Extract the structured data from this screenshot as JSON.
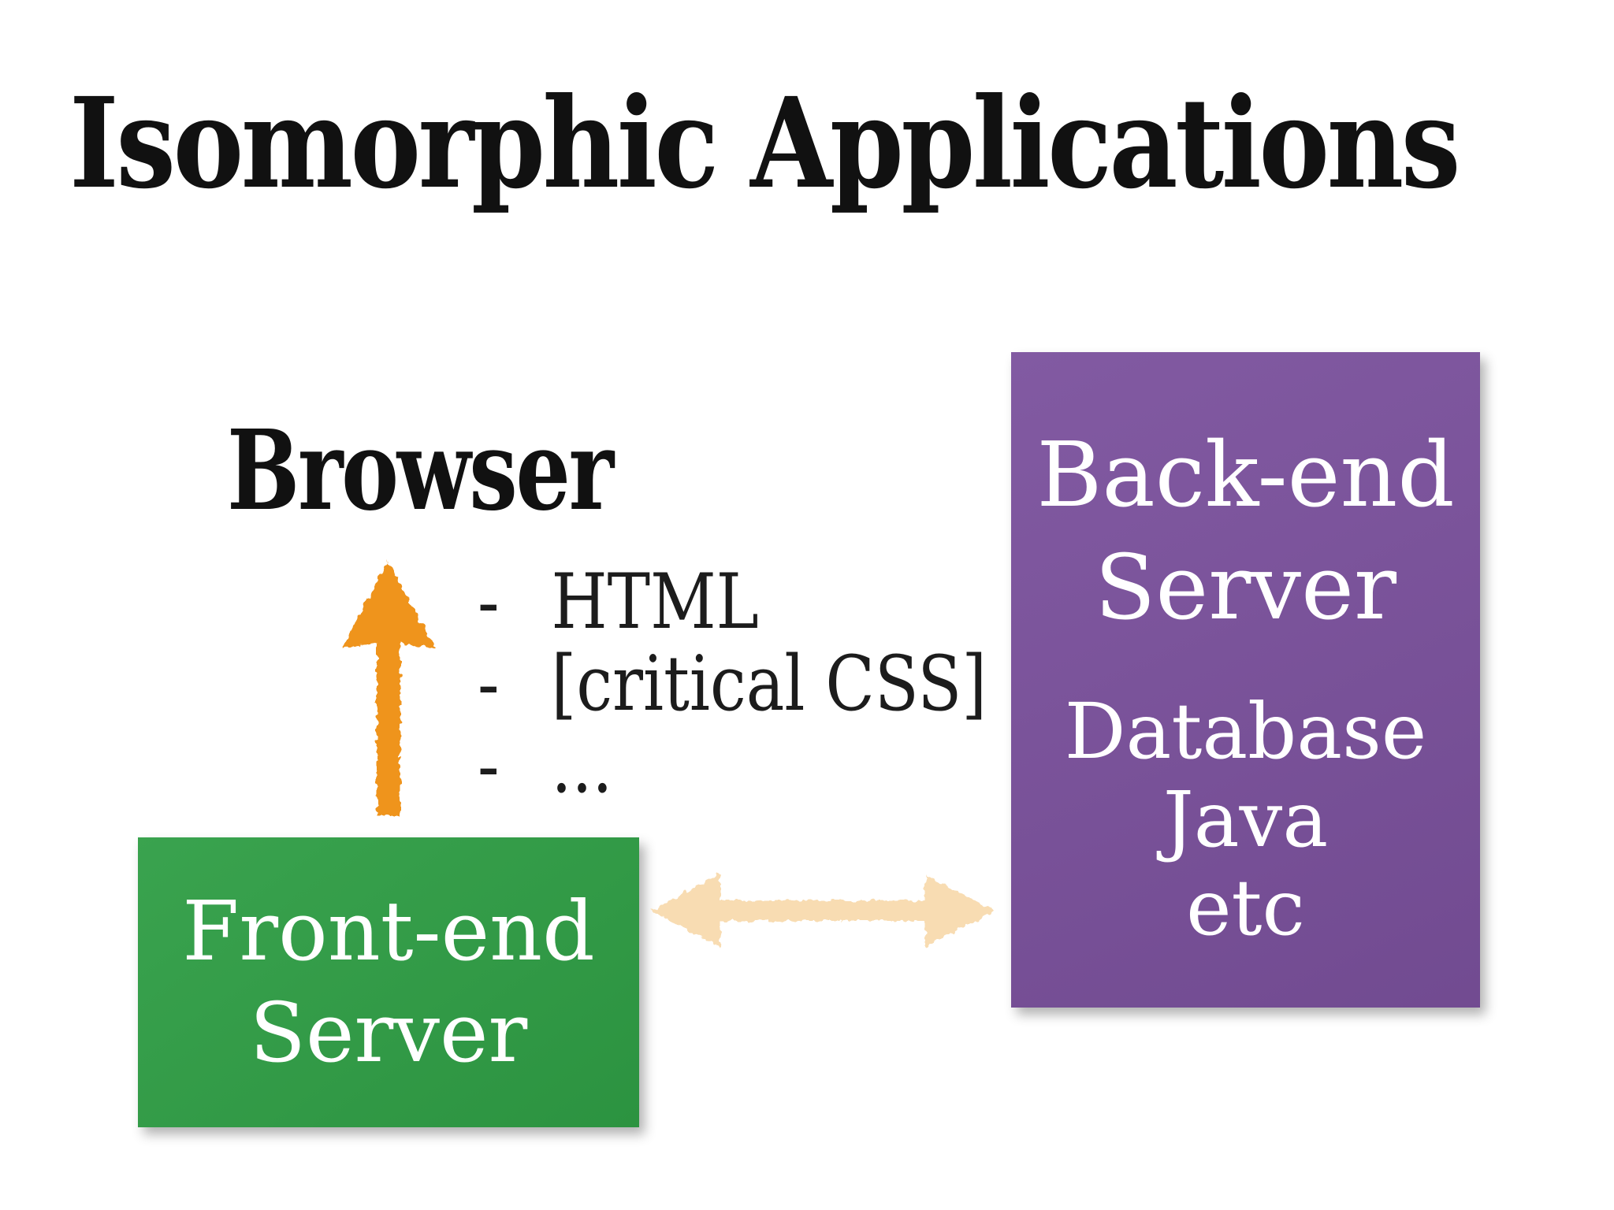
{
  "slide": {
    "title": "Isomorphic Applications",
    "browser_label": "Browser",
    "transfer_list": {
      "items": [
        {
          "bullet": "-",
          "text": "HTML"
        },
        {
          "bullet": "-",
          "text": "[critical CSS]"
        },
        {
          "bullet": "-",
          "text": "..."
        }
      ]
    },
    "front_end_box": {
      "line1": "Front-end",
      "line2": "Server"
    },
    "back_end_box": {
      "line1": "Back-end",
      "line2": "Server",
      "items": [
        {
          "text": "Database"
        },
        {
          "text": "Java"
        },
        {
          "text": "etc"
        }
      ]
    },
    "icons": {
      "up_arrow": "orange-up-arrow",
      "double_arrow": "peach-left-right-arrow"
    },
    "colors": {
      "background": "#ffffff",
      "title_text": "#111111",
      "body_text": "#1c1c1c",
      "green_box": "#2f9e45",
      "purple_box": "#7b519d",
      "orange_arrow": "#ef941f",
      "peach_arrow": "#f8dcb2",
      "box_text": "#ffffff"
    }
  }
}
